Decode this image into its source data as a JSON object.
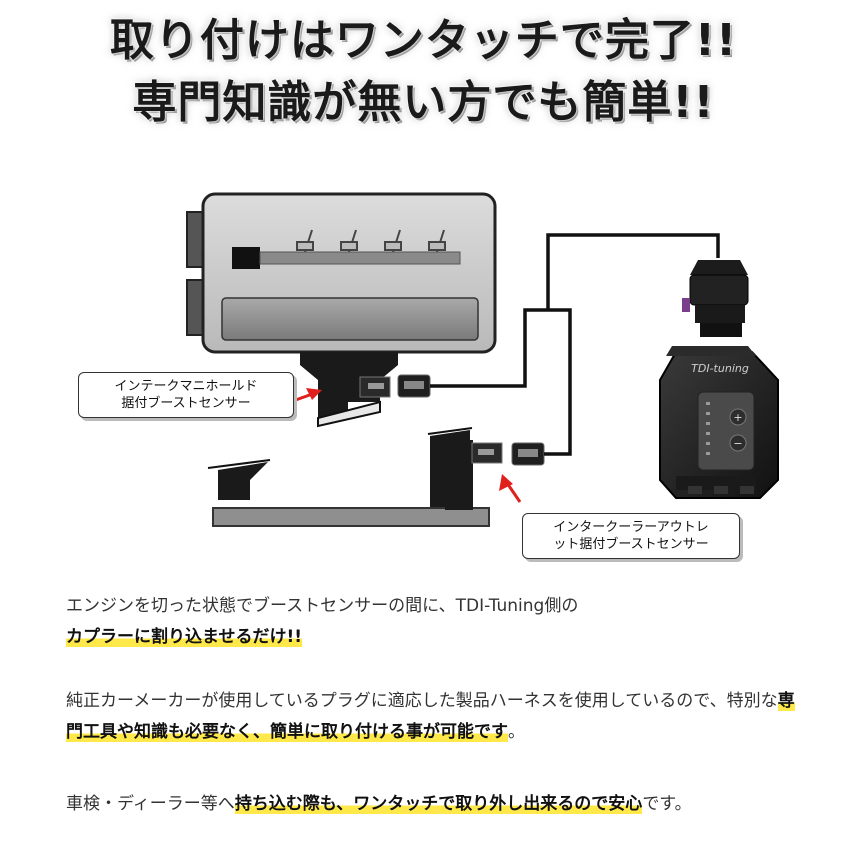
{
  "headline": {
    "line1": "取り付けはワンタッチで完了!!",
    "line2": "専門知識が無い方でも簡単!!"
  },
  "diagram": {
    "device_brand": "TDI-tuning",
    "device_buttons": [
      "+",
      "−"
    ],
    "callout_intake": {
      "line1": "インテークマニホールド",
      "line2": "据付ブーストセンサー"
    },
    "callout_intercooler": {
      "line1": "インタークーラーアウトレ",
      "line2": "ット据付ブーストセンサー"
    },
    "colors": {
      "arrow": "#e0201c",
      "highlight": "#ffe94a"
    }
  },
  "text": {
    "p1_plain": "エンジンを切った状態でブーストセンサーの間に、TDI-Tuning側の",
    "p1_highlight": "カプラーに割り込ませるだけ!!",
    "p2_plain_a": "純正カーメーカーが使用しているプラグに適応した製品ハーネスを使用しているので、特別な",
    "p2_highlight": "専門工具や知識も必要なく、簡単に取り付ける事が可能です",
    "p2_plain_b": "。",
    "p3_plain_a": "車検・ディーラー等へ",
    "p3_highlight": "持ち込む際も、ワンタッチで取り外し出来るので安心",
    "p3_plain_b": "です。"
  }
}
